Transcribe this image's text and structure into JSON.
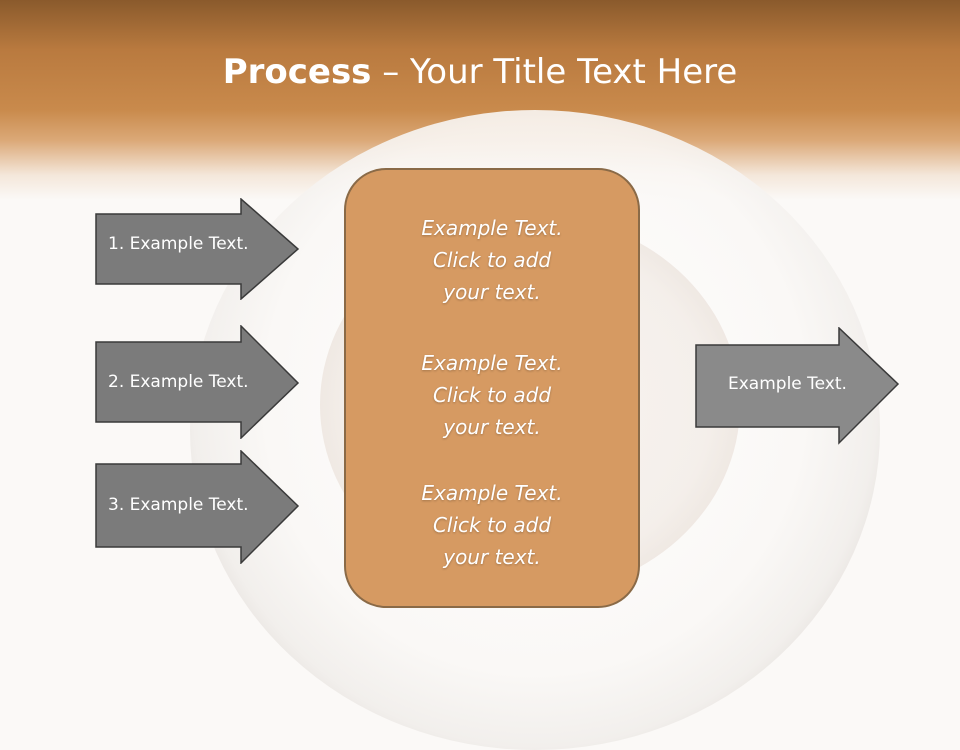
{
  "title": {
    "bold": "Process",
    "rest": " – Your Title Text Here"
  },
  "left_arrows": [
    {
      "label": "1. Example Text."
    },
    {
      "label": "2. Example Text."
    },
    {
      "label": "3. Example Text."
    }
  ],
  "center_box": {
    "blocks": [
      {
        "lines": [
          "Example Text.",
          "Click  to add",
          "your text."
        ]
      },
      {
        "lines": [
          "Example Text.",
          "Click  to add",
          "your text."
        ]
      },
      {
        "lines": [
          "Example Text.",
          "Click  to add",
          "your text."
        ]
      }
    ]
  },
  "right_arrow": {
    "label": "Example Text."
  },
  "colors": {
    "arrow_fill": "#7b7b7b",
    "arrow_stroke": "#3a3a3a",
    "box_fill": "#d69a62",
    "box_stroke": "#8a6a47",
    "header": "#c98a4c"
  }
}
